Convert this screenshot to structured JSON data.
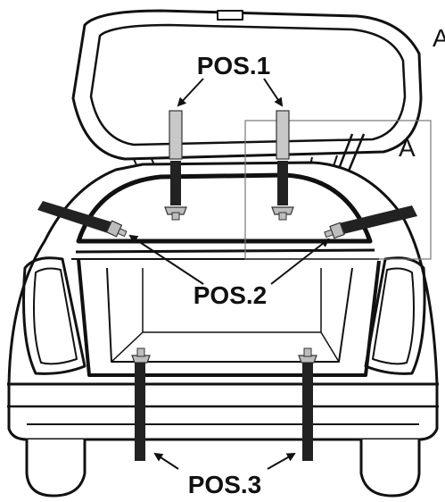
{
  "labels": {
    "pos1": "POS.1",
    "pos2": "POS.2",
    "pos3": "POS.3",
    "detail": "A",
    "corner": "A"
  },
  "colors": {
    "line": "#111111",
    "strap": "#222222",
    "upper_strap": "#c8c8c8",
    "bracket": "#bdbdbd",
    "detail_box": "#777777",
    "background": "#ffffff"
  }
}
